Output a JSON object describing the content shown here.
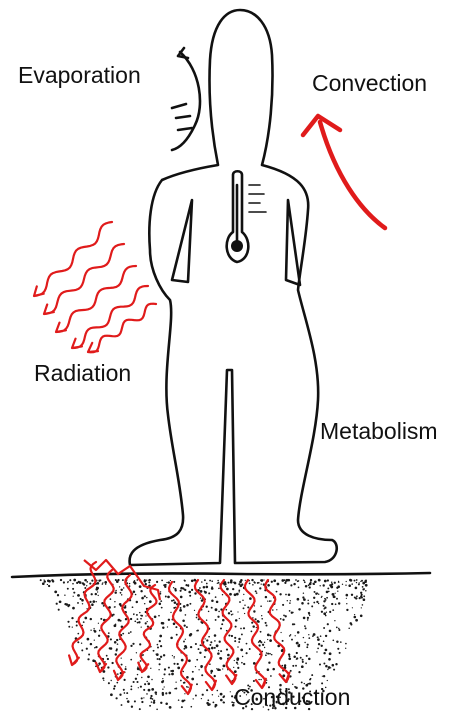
{
  "labels": {
    "evaporation": "Evaporation",
    "convection": "Convection",
    "radiation": "Radiation",
    "metabolism": "Metabolism",
    "conduction": "Conduction"
  },
  "colors": {
    "ink": "#111111",
    "arrow": "#e01b1b",
    "background": "#ffffff"
  },
  "icons": {
    "figure": "human-figure",
    "thermometer": "thermometer-icon"
  }
}
